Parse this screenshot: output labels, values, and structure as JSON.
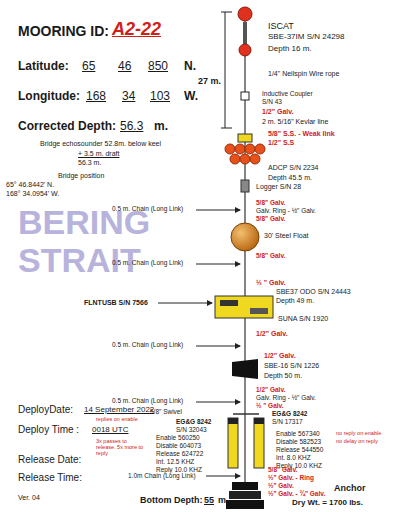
{
  "diagram": {
    "labels": [
      "MOORING ID:",
      "A2-22",
      "Latitude:",
      "65",
      "46",
      "850",
      "N.",
      "Longitude:",
      "168",
      "34",
      "103",
      "W.",
      "Corrected Depth:",
      "56.3",
      "m.",
      "Bridge echosounder 52.8m. below keel",
      "+ 3.5 m. draft",
      "56.3 m.",
      "Bridge position",
      "65° 46.8442' N.",
      "168° 34.0954' W.",
      "BERING",
      "STRAIT",
      "DeployDate:",
      "14 September 2022",
      "Deploy Time :",
      "0018 UTC",
      "Release Date:",
      "Release Time:",
      "Ver. 04",
      "ISCAT",
      "SBE-37IM S/N 24298",
      "Depth 16 m.",
      "27 m.",
      "1/4\" Neilspin Wire rope",
      "Inductive Coupler",
      "S/N 43",
      "1/2\" Galv.",
      "2 m. 5/16\" Kevlar line",
      "5/8\" S.S. - Weak link",
      "1/2\" S.S",
      "ADCP S/N 2234",
      "Depth 45.5 m.",
      "Logger S/N 28",
      "0.5 m. Chain (Long Link)",
      "5/8\" Galv.",
      "Galv. Ring - ½\" Galv.",
      "5/8\" Galv.",
      "30' Steel Float",
      "0.5 m. Chain (Long Link)",
      "5/8\" Galv.",
      "½ \" Galv.",
      "SBE37 ODO S/N 24443",
      "Depth 49 m.",
      "FLNTUSB S/N 7566",
      "SUNA S/N 1920",
      "1/2\" Galv.",
      "0.5 m. Chain (Long Link)",
      "1/2\" Galv.",
      "SBE-16 S/N 1226",
      "Depth 50 m.",
      "1/2\" Galv.",
      "Galv. Ring - ½\" Galv.",
      "½ \" Galv.",
      "0.5 m. Chain (Long Link)",
      "5/8\" Swivel",
      "EG&G 8242",
      "S/N 17317",
      "EG&G 8242",
      "S/N 32043",
      "replies on enable",
      "Enable 560250",
      "Disable 604073",
      "Release 624722",
      "Int. 12.5 KHZ",
      "Reply 10.0 KHZ",
      "3x passes to release. 5x more to reply",
      "Enable 567340",
      "Disable 582523",
      "Release 544550",
      "Int. 8.0 KHZ",
      "Reply 10.0 KHZ",
      "no reply on enable",
      "no delay on reply",
      "5/8\" Galv.",
      "1.0m Chain (Long Link)",
      "½\" Galv. - Ring",
      "½\" Galv.",
      "½\" Galv. - ¾\" Galv.",
      "Bottom Depth:",
      "55",
      "m.",
      "Anchor",
      "Dry Wt. = 1700 lbs."
    ]
  }
}
